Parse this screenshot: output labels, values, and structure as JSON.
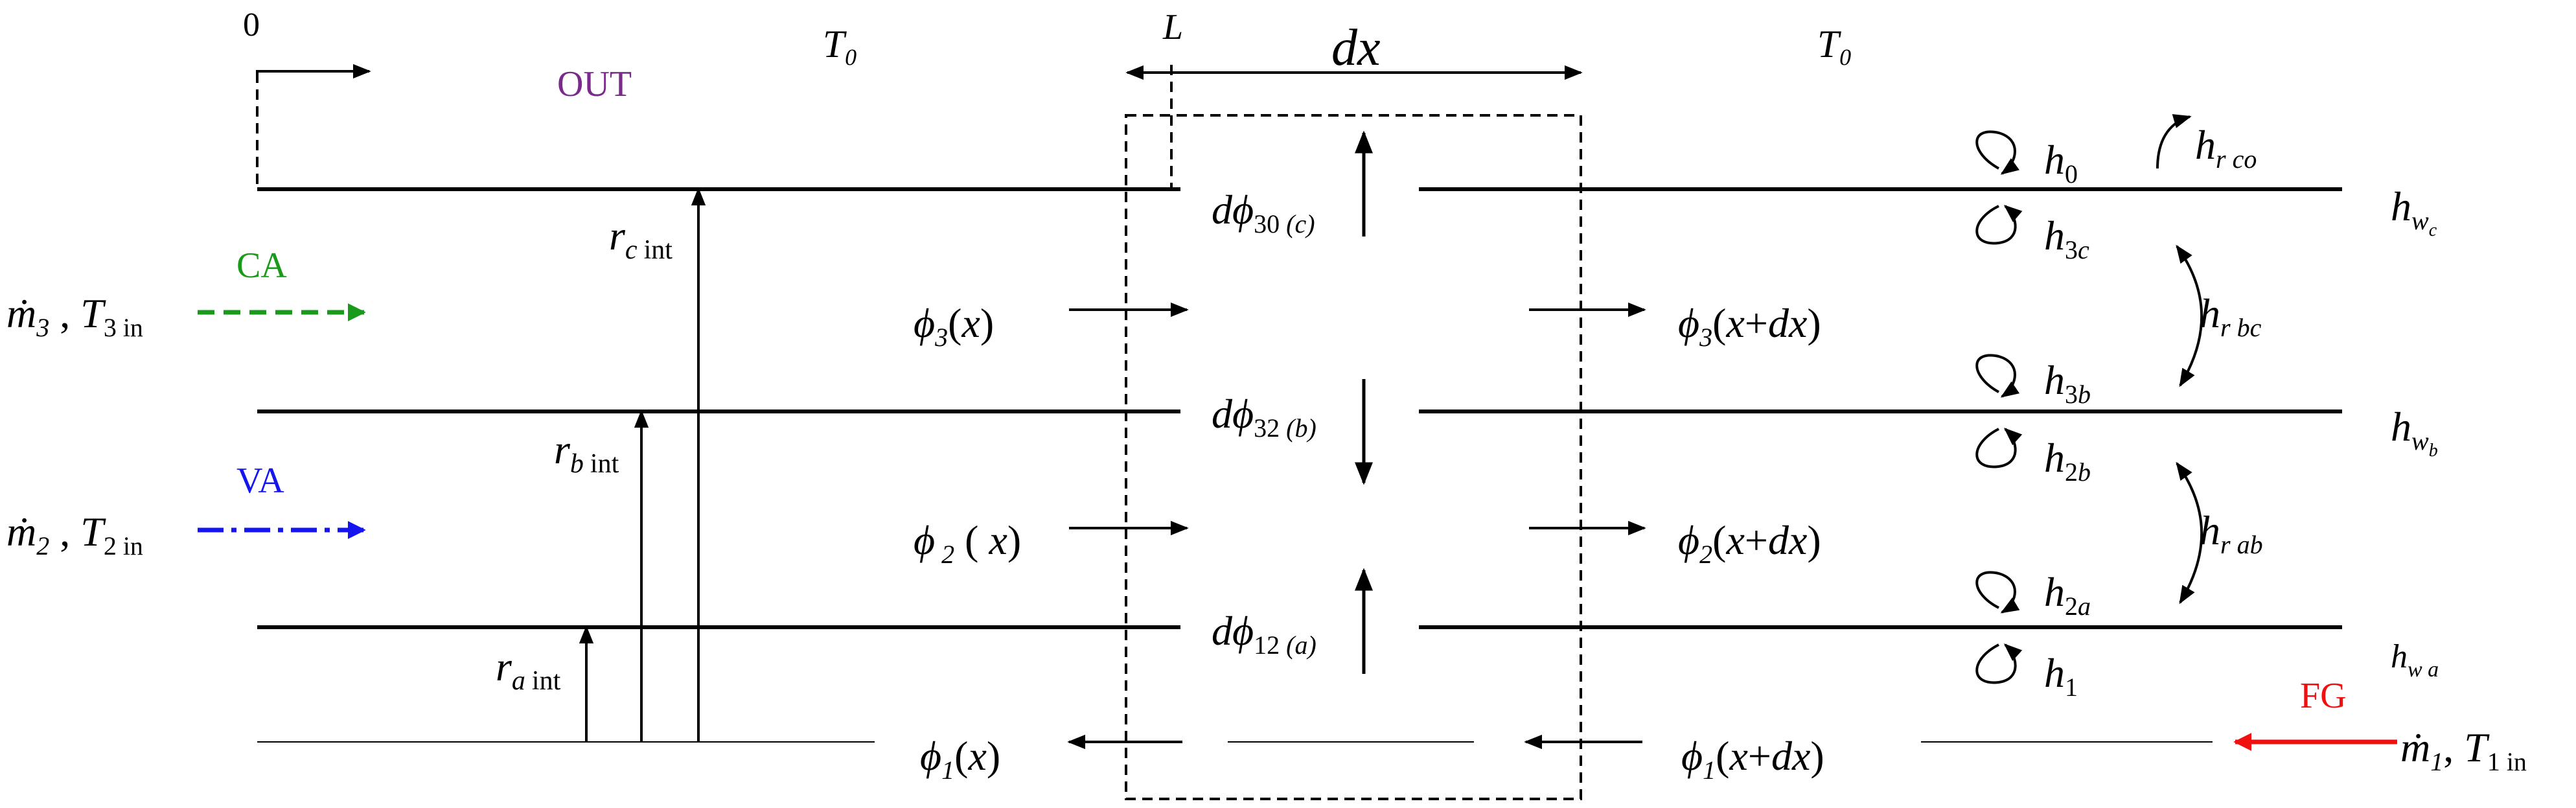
{
  "labels": {
    "origin": "0",
    "length": "L",
    "out": "OUT",
    "t0_left": "T₀",
    "t0_right": "T₀",
    "dx": "dx",
    "ca": "CA",
    "va": "VA",
    "fg": "FG"
  },
  "inlets": {
    "m3": "ṁ₃ , T₃ ᵢₙ",
    "m2": "ṁ₂ , T₂ ᵢₙ",
    "m1": "ṁ ₁,  T₁ ᵢₙ"
  },
  "radii": {
    "rc": "r_c int",
    "rb": "r_b int",
    "ra": "r_a int"
  },
  "fluxes": {
    "phi3_x": "ϕ₃(x)",
    "phi3_xdx": "ϕ₃(x+dx)",
    "phi2_x": "ϕ₂ ( x)",
    "phi2_xdx": "ϕ₂(x+dx)",
    "phi1_x": "ϕ₁(x)",
    "phi1_xdx": "ϕ₁(x+dx)",
    "dphi30": "dϕ₃₀ (c)",
    "dphi32": "dϕ₃₂ (b)",
    "dphi12": "dϕ₁₂ (a)"
  },
  "coefficients": {
    "h0": "h₀",
    "hrco": "h_r co",
    "hwc": "h_wc",
    "h3c": "h₃c",
    "hrbc": "h_r bc",
    "h3b": "h₃b",
    "hwb": "h_wb",
    "h2b": "h₂b",
    "hrab": "h_r ab",
    "h2a": "h₂a",
    "hwa": "h_w a",
    "h1": "h₁"
  },
  "colors": {
    "ca": "#1a9a1a",
    "va": "#1515f0",
    "fg": "#f01010",
    "out": "#7a2a8a",
    "line": "#000000"
  }
}
